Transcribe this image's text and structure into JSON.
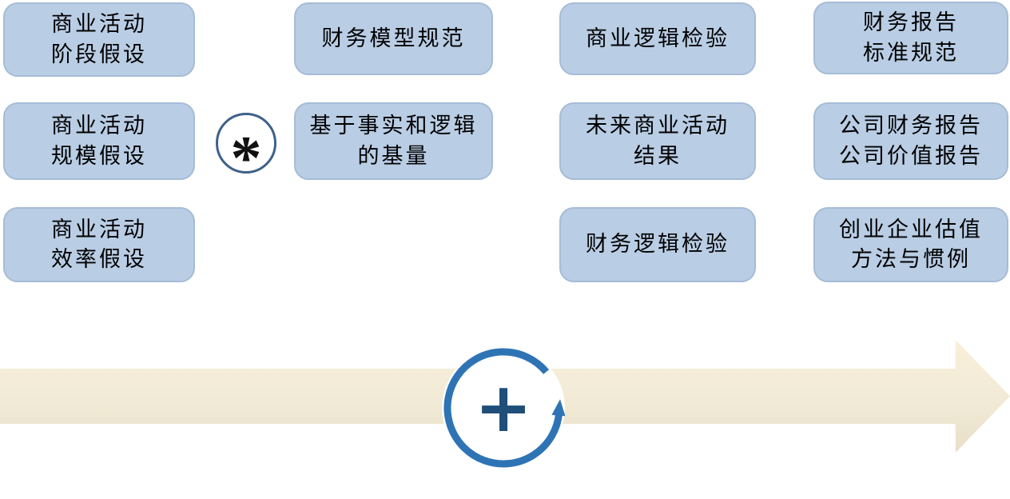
{
  "diagram": {
    "title": "",
    "columns": [
      {
        "name": "business-assumptions",
        "boxes": [
          {
            "label": "商业活动\n阶段假设"
          },
          {
            "label": "商业活动\n规模假设"
          },
          {
            "label": "商业活动\n效率假设"
          }
        ]
      },
      {
        "name": "financial-model",
        "boxes": [
          {
            "label": "财务模型规范"
          },
          {
            "label": "基于事实和逻辑\n的基量"
          }
        ]
      },
      {
        "name": "logic-checks",
        "boxes": [
          {
            "label": "商业逻辑检验"
          },
          {
            "label": "未来商业活动\n结果"
          },
          {
            "label": "财务逻辑检验"
          }
        ]
      },
      {
        "name": "reports-valuation",
        "boxes": [
          {
            "label": "财务报告\n标准规范"
          },
          {
            "label": "公司财务报告\n公司价值报告"
          },
          {
            "label": "创业企业估值\n方法与惯例"
          }
        ]
      }
    ],
    "multiply_symbol": "*",
    "plus_symbol": "+"
  },
  "colors": {
    "box_fill": "#b9cde4",
    "box_border": "#a6bcd6",
    "text_color": "#000000",
    "asterisk_border": "#3e6189",
    "loop_blue": "#2e74b5",
    "plus_color": "#1f4e79",
    "arrow_top": "#f9f0da",
    "arrow_mid": "#f1ead6",
    "arrow_bottom": "#e7dfc7",
    "bg": "#ffffff"
  }
}
